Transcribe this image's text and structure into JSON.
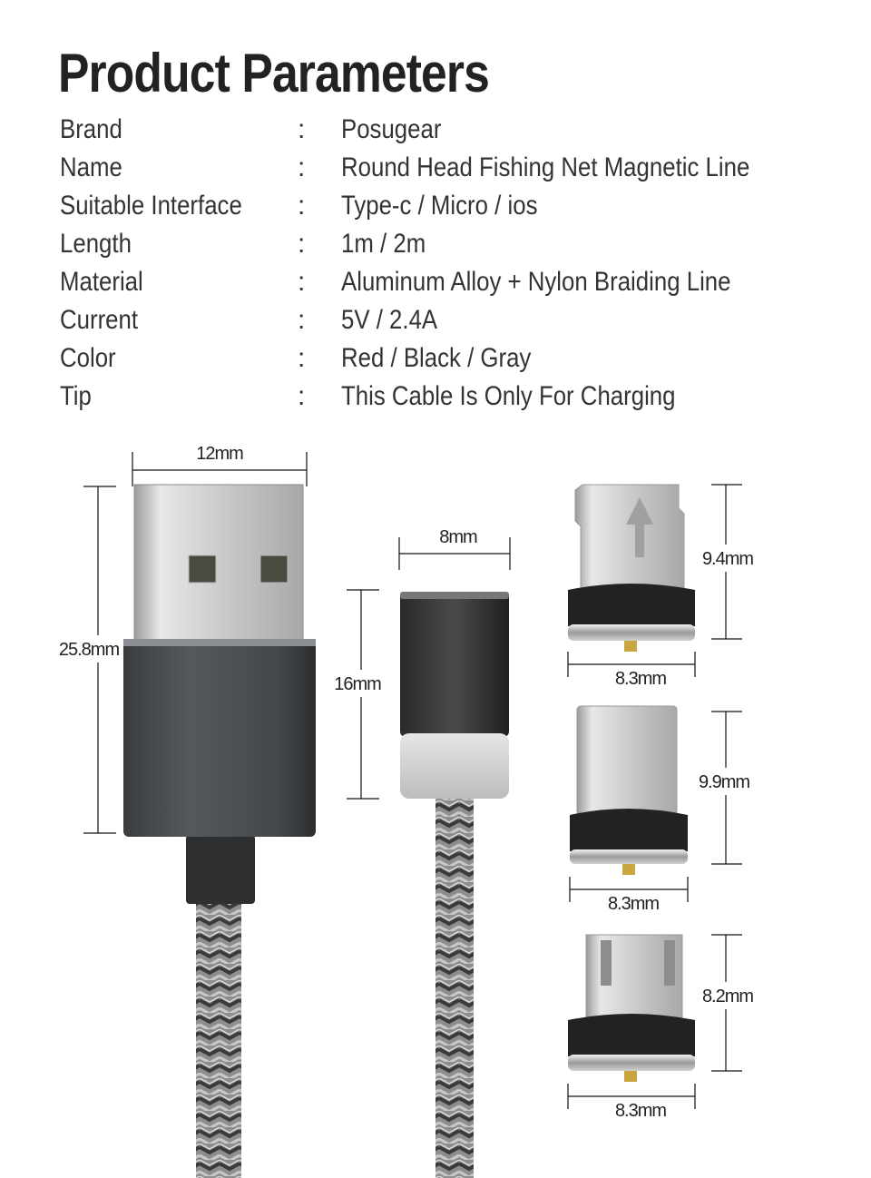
{
  "title": "Product Parameters",
  "separator": ":",
  "params": [
    {
      "key": "Brand",
      "value": "Posugear"
    },
    {
      "key": "Name",
      "value": "Round Head Fishing Net Magnetic Line"
    },
    {
      "key": "Suitable Interface",
      "value": "Type-c / Micro / ios"
    },
    {
      "key": "Length",
      "value": "1m / 2m"
    },
    {
      "key": "Material",
      "value": "Aluminum Alloy + Nylon Braiding Line"
    },
    {
      "key": "Current",
      "value": "5V / 2.4A"
    },
    {
      "key": "Color",
      "value": "Red / Black / Gray"
    },
    {
      "key": "Tip",
      "value": "This Cable Is Only For Charging"
    }
  ],
  "dimensions": {
    "usb_width": "12mm",
    "usb_height": "25.8mm",
    "magnet_width": "8mm",
    "magnet_height": "16mm",
    "ios_height": "9.4mm",
    "ios_width": "8.3mm",
    "typec_height": "9.9mm",
    "typec_width": "8.3mm",
    "micro_height": "8.2mm",
    "micro_width": "8.3mm"
  }
}
